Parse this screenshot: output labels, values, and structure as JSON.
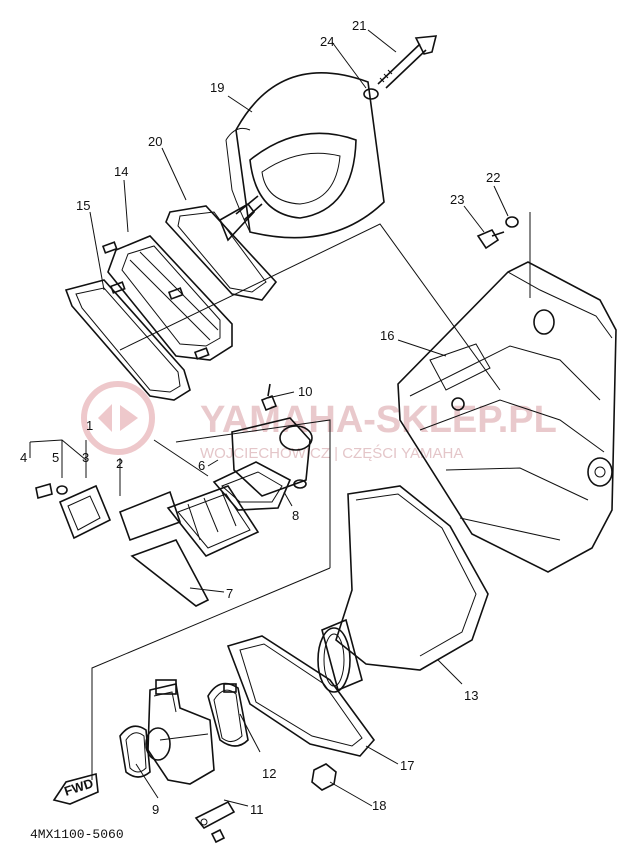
{
  "watermark": {
    "title": "YAMAHA-SKLEP.PL",
    "subtitle": "WOJCIECHOWICZ | CZĘŚCI YAMAHA",
    "color": "#e9c9cc"
  },
  "fwd_label": "FWD",
  "figure_code": "4MX1100-5060",
  "callouts": [
    {
      "id": "21",
      "text": "21"
    },
    {
      "id": "24",
      "text": "24"
    },
    {
      "id": "19",
      "text": "19"
    },
    {
      "id": "20",
      "text": "20"
    },
    {
      "id": "14",
      "text": "14"
    },
    {
      "id": "15",
      "text": "15"
    },
    {
      "id": "22",
      "text": "22"
    },
    {
      "id": "23",
      "text": "23"
    },
    {
      "id": "16",
      "text": "16"
    },
    {
      "id": "10",
      "text": "10"
    },
    {
      "id": "1",
      "text": "1"
    },
    {
      "id": "4",
      "text": "4"
    },
    {
      "id": "5",
      "text": "5"
    },
    {
      "id": "3",
      "text": "3"
    },
    {
      "id": "2",
      "text": "2"
    },
    {
      "id": "6",
      "text": "6"
    },
    {
      "id": "8",
      "text": "8"
    },
    {
      "id": "7",
      "text": "7"
    },
    {
      "id": "13",
      "text": "13"
    },
    {
      "id": "12",
      "text": "12"
    },
    {
      "id": "17",
      "text": "17"
    },
    {
      "id": "9",
      "text": "9"
    },
    {
      "id": "11",
      "text": "11"
    },
    {
      "id": "18",
      "text": "18"
    }
  ]
}
